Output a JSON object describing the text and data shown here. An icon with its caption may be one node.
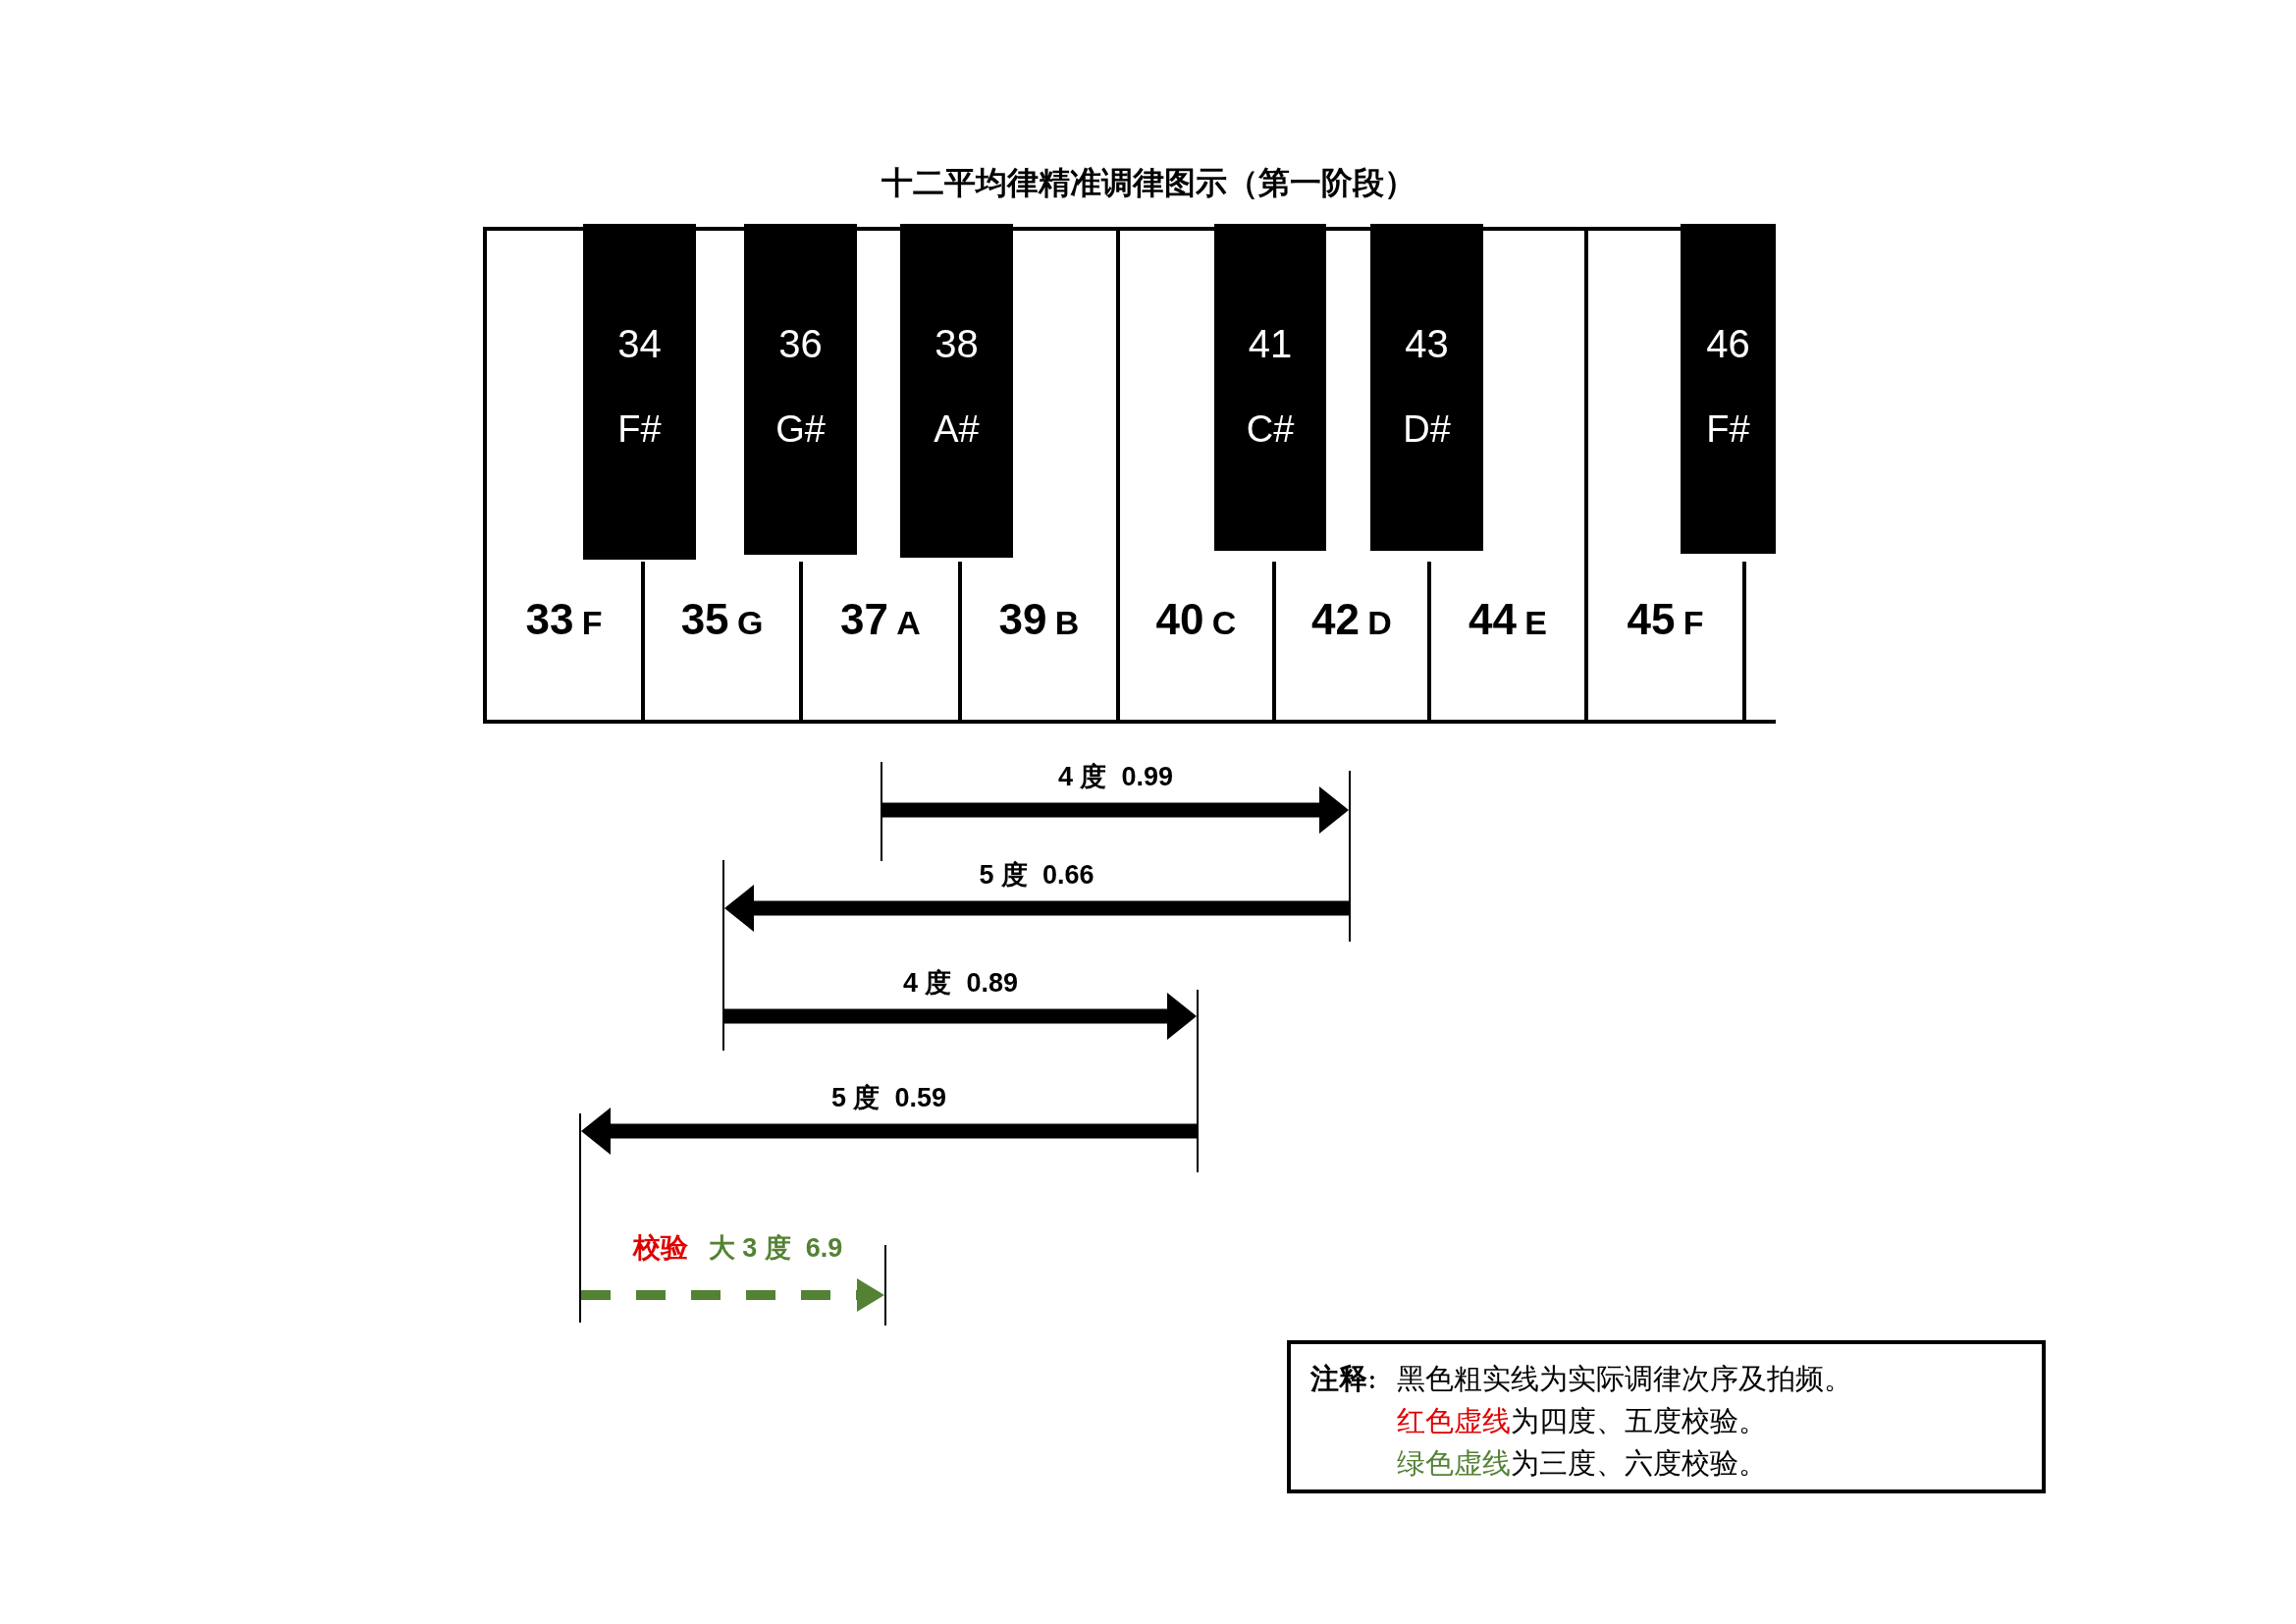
{
  "diagram": {
    "title": "十二平均律精准调律图示（第一阶段）",
    "nodes": [
      {
        "text": [
          "33",
          "F"
        ]
      },
      {
        "text": [
          "35",
          "G"
        ]
      },
      {
        "text": [
          "37",
          "A"
        ]
      },
      {
        "text": [
          "39",
          "B"
        ]
      },
      {
        "text": [
          "40",
          "C"
        ]
      },
      {
        "text": [
          "42",
          "D"
        ]
      },
      {
        "text": [
          "44",
          "E"
        ]
      },
      {
        "text": [
          "45",
          "F"
        ]
      },
      {
        "text": [
          "34",
          "F#"
        ]
      },
      {
        "text": [
          "36",
          "G#"
        ]
      },
      {
        "text": [
          "38",
          "A#"
        ]
      },
      {
        "text": [
          "41",
          "C#"
        ]
      },
      {
        "text": [
          "43",
          "D#"
        ]
      },
      {
        "text": [
          "46",
          "F#"
        ]
      },
      {
        "text": [
          "**注释**:",
          "黑色粗实线为实际调律次序及拍频。",
          "红色虚线",
          "为四度、五度校验。",
          "绿色虚线",
          "为三度、六度校验。"
        ]
      },
      {
        "text": [],
        "shape": "line"
      },
      {
        "text": [],
        "shape": "line"
      },
      {
        "text": [],
        "shape": "line"
      },
      {
        "text": [],
        "shape": "line"
      },
      {
        "text": [],
        "shape": "line"
      },
      {
        "text": [],
        "shape": "line"
      }
    ],
    "edges": [
      {
        "from": 15,
        "to": 16,
        "arrow": "to",
        "label": "4 度  0.99"
      },
      {
        "from": 16,
        "to": 17,
        "arrow": "to",
        "label": "5 度  0.66"
      },
      {
        "from": 17,
        "to": 18,
        "arrow": "to",
        "label": "4 度  0.89"
      },
      {
        "from": 18,
        "to": 19,
        "arrow": "to",
        "label": "5 度  0.59"
      },
      {
        "from": 19,
        "to": 20,
        "arrow": "to",
        "label": "大 3 度  6.9",
        "style": "dashed",
        "color": "#548235"
      }
    ],
    "labels": [
      "校验"
    ]
  }
}
